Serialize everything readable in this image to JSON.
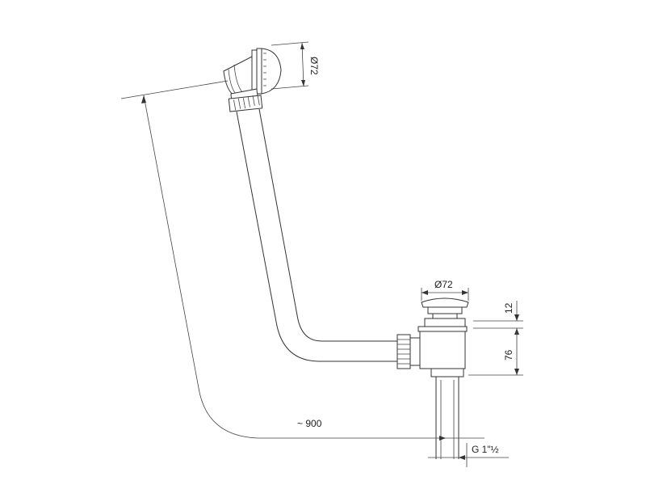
{
  "dimensions": {
    "overflow_diameter": "Ø72",
    "drain_diameter": "Ø72",
    "cap_height": "12",
    "body_height": "76",
    "length": "~ 900",
    "thread": "G 1\"½"
  },
  "colors": {
    "line": "#333333",
    "background": "#ffffff"
  }
}
